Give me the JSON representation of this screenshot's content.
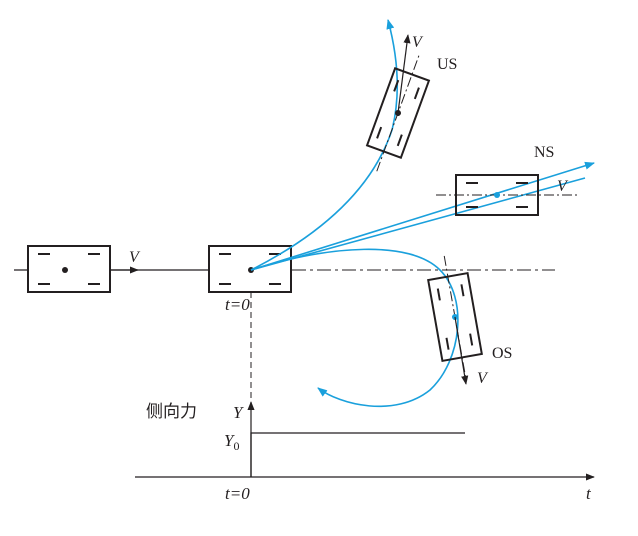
{
  "labels": {
    "velocity": "V",
    "us": "US",
    "ns": "NS",
    "os": "OS",
    "t0_top": "t=0",
    "t0_bottom": "t=0",
    "t_axis": "t",
    "y_axis": "Y",
    "y0_base": "Y",
    "y0_sub": "0",
    "lateral_force": "侧向力"
  },
  "colors": {
    "ink": "#231f20",
    "trajectory": "#1aa0dc"
  },
  "icons": [
    "car-body",
    "arrow-head"
  ]
}
